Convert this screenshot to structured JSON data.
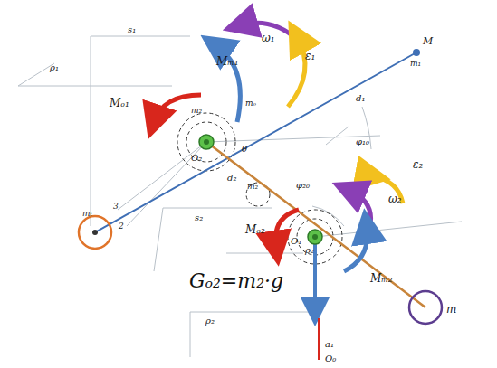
{
  "diagram": {
    "labels": [
      "M",
      "m₁",
      "ω₁",
      "ε₁",
      "Mₘ₁",
      "Mₒ₁",
      "ρ₁",
      "s₁",
      "d₁",
      "φ₁₀",
      "m₂",
      "mₒ",
      "O₂",
      "θ",
      "d₂",
      "m₂",
      "φ₂₀",
      "ε₂",
      "ω₂",
      "Mₒ₂",
      "Mₘ₂",
      "O₁",
      "ρ₂",
      "s₂",
      "ρ₂",
      "a₁",
      "O₀",
      "m",
      "mₜ",
      "3",
      "2",
      "Gₒ₂=m₂·g"
    ]
  }
}
